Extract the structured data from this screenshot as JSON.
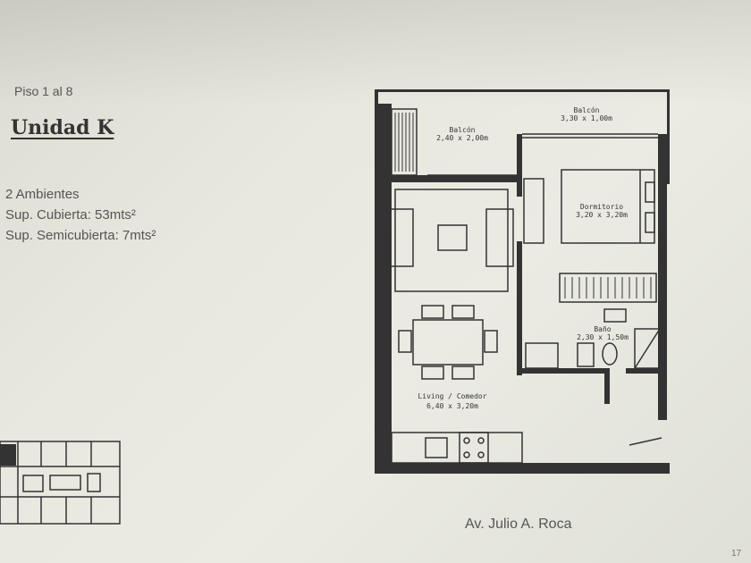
{
  "unit": {
    "floor_range": "Piso 1 al 8",
    "title": "Unidad K",
    "rooms": "2 Ambientes",
    "covered_area": "Sup. Cubierta: 53mts²",
    "semi_covered_area": "Sup. Semicubierta: 7mts²"
  },
  "plan": {
    "rooms": [
      {
        "name": "Balcón",
        "size": "3,30 x 1,00m"
      },
      {
        "name": "Balcón",
        "size": "2,40 x 2,00m"
      },
      {
        "name": "Dormitorio",
        "size": "3,20 x 3,20m"
      },
      {
        "name": "Baño",
        "size": "2,30 x 1,50m"
      },
      {
        "name": "Living / Comedor",
        "size": "6,40 x 3,20m"
      }
    ]
  },
  "address": "Av. Julio A. Roca",
  "page_number": "17"
}
